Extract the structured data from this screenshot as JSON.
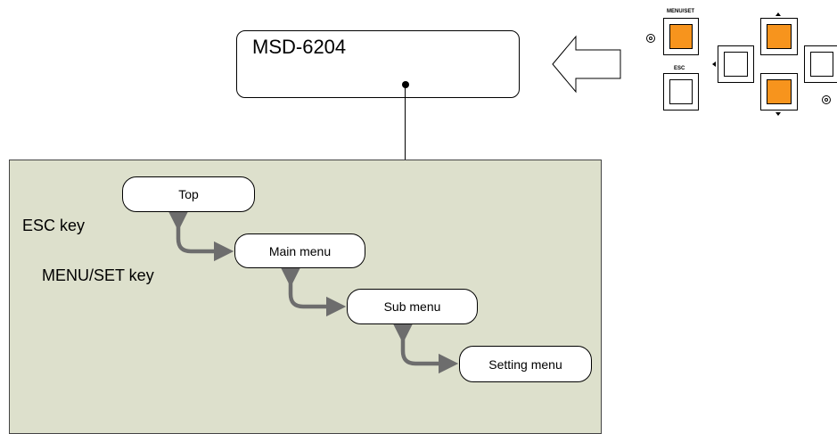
{
  "display": {
    "text": "MSD-6204"
  },
  "panel": {
    "nodes": {
      "top": "Top",
      "main": "Main menu",
      "sub": "Sub menu",
      "setting": "Setting menu"
    },
    "esc_key_label": "ESC key",
    "menu_set_key_label": "MENU/SET key"
  },
  "buttons": {
    "menu_set_label": "MENU/SET",
    "esc_label": "ESC"
  },
  "colors": {
    "panel_background": "#dde0cc",
    "button_highlight": "#f7941d",
    "arrow": "#6d6d6d"
  },
  "icons": [
    "hollow-left-arrow-icon",
    "nav-arrow-icon",
    "led-indicator-icon"
  ]
}
